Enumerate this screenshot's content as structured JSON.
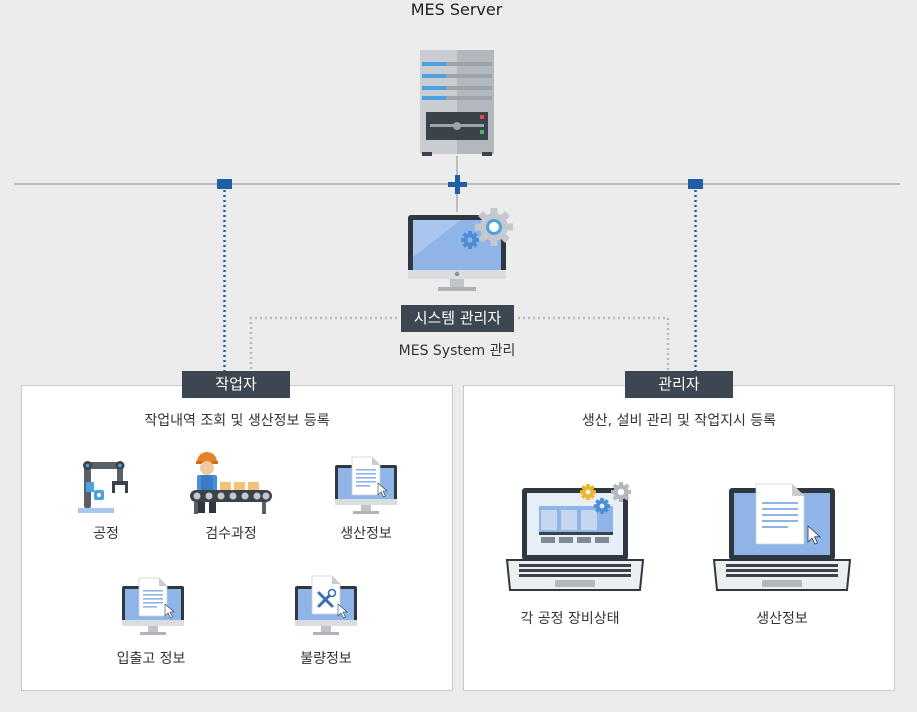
{
  "server": {
    "title": "MES Server"
  },
  "system_admin": {
    "tag": "시스템 관리자",
    "subtitle": "MES System 관리"
  },
  "worker": {
    "tag": "작업자",
    "subtitle": "작업내역 조회 및 생산정보 등록",
    "items": [
      {
        "label": "공정",
        "icon": "robot-arm-icon"
      },
      {
        "label": "검수과정",
        "icon": "inspection-worker-icon"
      },
      {
        "label": "생산정보",
        "icon": "monitor-document-icon"
      },
      {
        "label": "입출고 정보",
        "icon": "monitor-document-icon"
      },
      {
        "label": "불량정보",
        "icon": "monitor-wrench-icon"
      }
    ]
  },
  "manager": {
    "tag": "관리자",
    "subtitle": "생산, 설비 관리 및 작업지시 등록",
    "items": [
      {
        "label": "각 공정 장비상태",
        "icon": "laptop-dashboard-icon"
      },
      {
        "label": "생산정보",
        "icon": "laptop-document-icon"
      }
    ]
  },
  "colors": {
    "background": "#ececec",
    "tag_bg": "#3d4752",
    "connector_blue": "#1f5fa8",
    "network_line": "#b8bcc2",
    "screen_blue": "#8fb4e8"
  }
}
